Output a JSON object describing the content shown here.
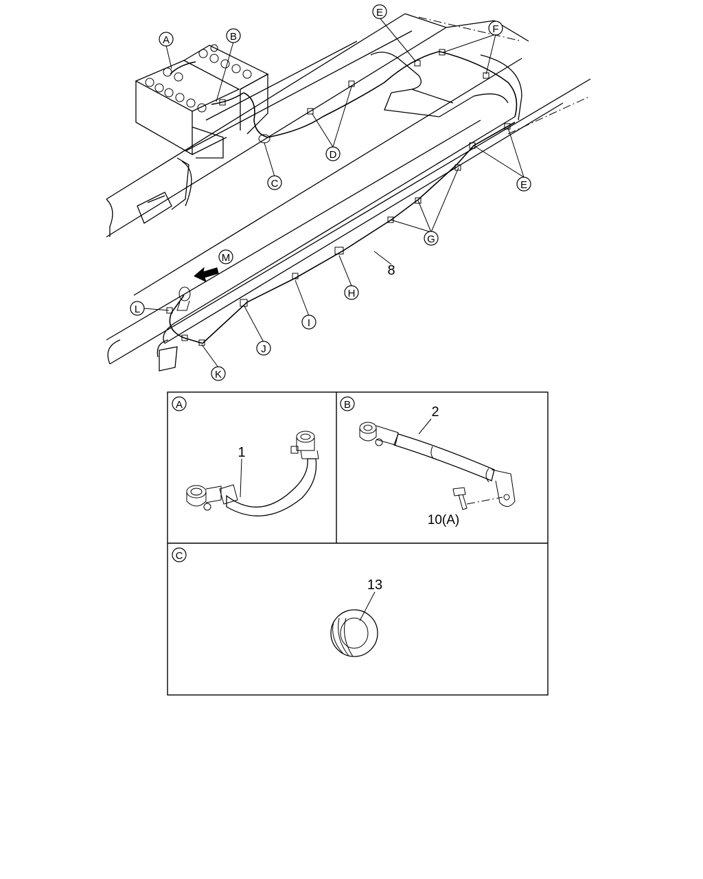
{
  "callouts": {
    "A": "A",
    "B": "B",
    "C": "C",
    "D": "D",
    "E_top": "E",
    "E_right": "E",
    "F": "F",
    "G": "G",
    "H": "H",
    "I": "I",
    "J": "J",
    "K": "K",
    "L": "L",
    "M": "M"
  },
  "part_numbers": {
    "main_harness": "8",
    "cable_a": "1",
    "cable_b": "2",
    "bolt": "10(A)",
    "grommet": "13"
  },
  "panels": {
    "a_label": "A",
    "b_label": "B",
    "c_label": "C"
  },
  "icons": {
    "direction_arrow": "front-direction-arrow-icon"
  },
  "colors": {
    "line": "#000000",
    "background": "#ffffff"
  }
}
